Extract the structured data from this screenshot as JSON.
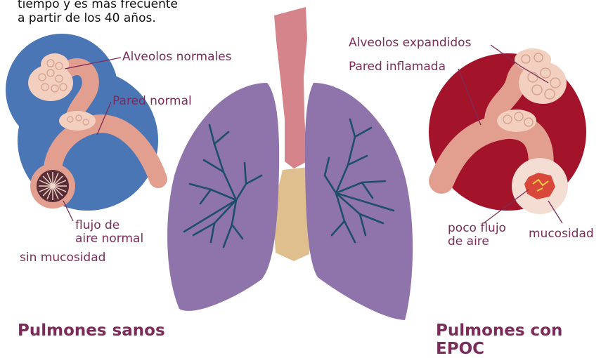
{
  "intro_text": "tiempo y es más frecuente\na partir de los 40 años.",
  "healthy": {
    "title": "Pulmones sanos",
    "label_alveoli": "Alveolos normales",
    "label_wall": "Pared normal",
    "label_airflow": "flujo de\naire normal",
    "label_mucus": "sin mucosidad"
  },
  "copd": {
    "title": "Pulmones con\nEPOC",
    "label_alveoli": "Alveolos expandidos",
    "label_wall": "Pared inflamada",
    "label_airflow": "poco flujo\nde aire",
    "label_mucus": "mucosidad"
  },
  "colors": {
    "healthy_circle": "#4a76b5",
    "copd_circle": "#a3142b",
    "lung": "#8f74ab",
    "trachea": "#d4848a",
    "heart_tissue": "#dfbf8e",
    "bronchi": "#1f4e68",
    "airway": "#e29e8e",
    "alveoli": "#f2cfbf",
    "label_text": "#7b2c5a"
  }
}
